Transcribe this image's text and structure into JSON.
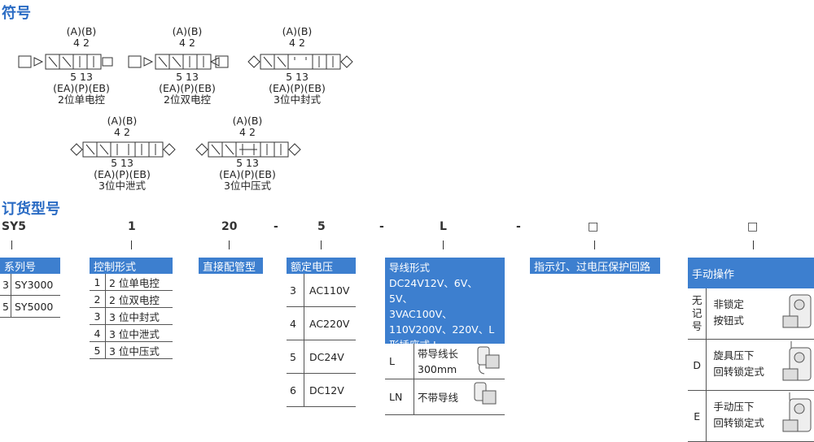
{
  "symbols": {
    "title": "符号",
    "items": [
      {
        "top": "(A)(B)",
        "top2": "4 2",
        "bottom": "5 13",
        "bottom2": "(EA)(P)(EB)",
        "name": "2位单电控"
      },
      {
        "top": "(A)(B)",
        "top2": "4 2",
        "bottom": "5 13",
        "bottom2": "(EA)(P)(EB)",
        "name": "2位双电控"
      },
      {
        "top": "(A)(B)",
        "top2": "4 2",
        "bottom": "5 13",
        "bottom2": "(EA)(P)(EB)",
        "name": "3位中封式"
      },
      {
        "top": "(A)(B)",
        "top2": "4 2",
        "bottom": "5 13",
        "bottom2": "(EA)(P)(EB)",
        "name": "3位中泄式"
      },
      {
        "top": "(A)(B)",
        "top2": "4 2",
        "bottom": "5 13",
        "bottom2": "(EA)(P)(EB)",
        "name": "3位中压式"
      }
    ]
  },
  "order": {
    "title": "订货型号",
    "codes": [
      "SY5",
      "1",
      "20",
      "-",
      "5",
      "-",
      "L",
      "-",
      "□",
      "□"
    ],
    "series": {
      "header": "系列号",
      "rows": [
        [
          "3",
          "SY3000"
        ],
        [
          "5",
          "SY5000"
        ]
      ]
    },
    "control": {
      "header": "控制形式",
      "rows": [
        [
          "1",
          "2 位单电控"
        ],
        [
          "2",
          "2 位双电控"
        ],
        [
          "3",
          "3 位中封式"
        ],
        [
          "4",
          "3 位中泄式"
        ],
        [
          "5",
          "3 位中压式"
        ]
      ]
    },
    "port": {
      "header": "直接配管型"
    },
    "voltage": {
      "header": "额定电压",
      "rows": [
        [
          "3",
          "AC110V"
        ],
        [
          "4",
          "AC220V"
        ],
        [
          "5",
          "DC24V"
        ],
        [
          "6",
          "DC12V"
        ]
      ]
    },
    "lead": {
      "header_lines": [
        "导线形式",
        "DC24V12V、6V、5V、",
        "3VAC100V、",
        "110V200V、220V、L",
        "形插座式 L"
      ],
      "rows": [
        [
          "L",
          "带导线长",
          "300mm"
        ],
        [
          "LN",
          "不带导线",
          ""
        ]
      ]
    },
    "indicator": {
      "header": "指示灯、过电压保护回路"
    },
    "manual": {
      "header": "手动操作",
      "rows": [
        {
          "code": "无\n记\n号",
          "l1": "非锁定",
          "l2": "按钮式"
        },
        {
          "code": "D",
          "l1": "旋具压下",
          "l2": "回转锁定式"
        },
        {
          "code": "E",
          "l1": "手动压下",
          "l2": "回转锁定式"
        }
      ]
    }
  }
}
